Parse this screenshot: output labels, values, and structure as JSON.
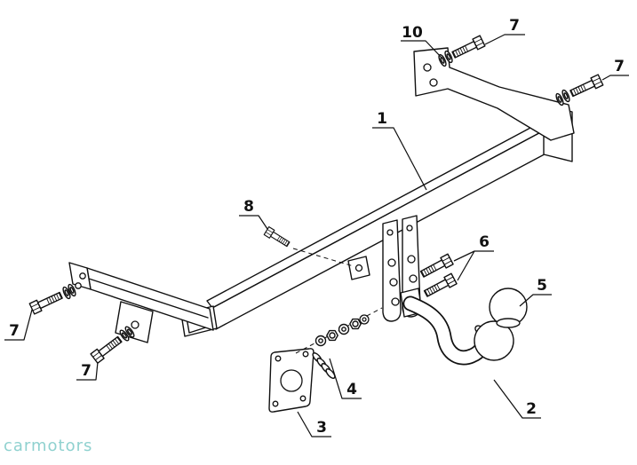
{
  "figure": {
    "kind": "exploded parts line diagram",
    "subject": "trailer tow bar assembly",
    "line_color": "#111111",
    "background_color": "#ffffff"
  },
  "callouts": [
    {
      "text": "10"
    },
    {
      "text": "7"
    },
    {
      "text": "7"
    },
    {
      "text": "1"
    },
    {
      "text": "8"
    },
    {
      "text": "6"
    },
    {
      "text": "5"
    },
    {
      "text": "7"
    },
    {
      "text": "7"
    },
    {
      "text": "4"
    },
    {
      "text": "2"
    },
    {
      "text": "3"
    }
  ],
  "watermark": {
    "text": "carmotors",
    "color": "#74c6c4"
  }
}
